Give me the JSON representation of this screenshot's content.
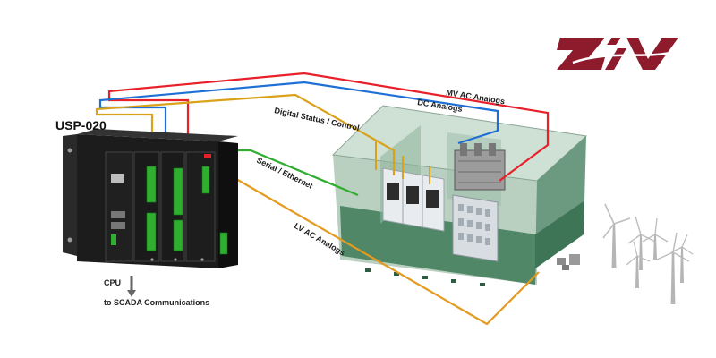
{
  "brand": {
    "name": "ZIV"
  },
  "device": {
    "model": "USP-020",
    "port_note": "CPU",
    "scada_label": "to SCADA Communications"
  },
  "connections": {
    "mv_ac": "MV AC Analogs",
    "dc": "DC Analogs",
    "digital": "Digital Status / Control",
    "serial": "Serial / Ethernet",
    "lv_ac": "LV AC Analogs"
  },
  "colors": {
    "mv_ac": "#e8202a",
    "dc": "#1e6fd6",
    "digital": "#d9a21a",
    "serial": "#2fae2f",
    "lv_ac": "#e39a1f",
    "brand": "#8e1b2b",
    "substation": "#5f8f73",
    "device": "#1c1c1c"
  },
  "icons": [
    "wind-turbine-icon",
    "transformer-icon",
    "arrow-down-icon"
  ]
}
